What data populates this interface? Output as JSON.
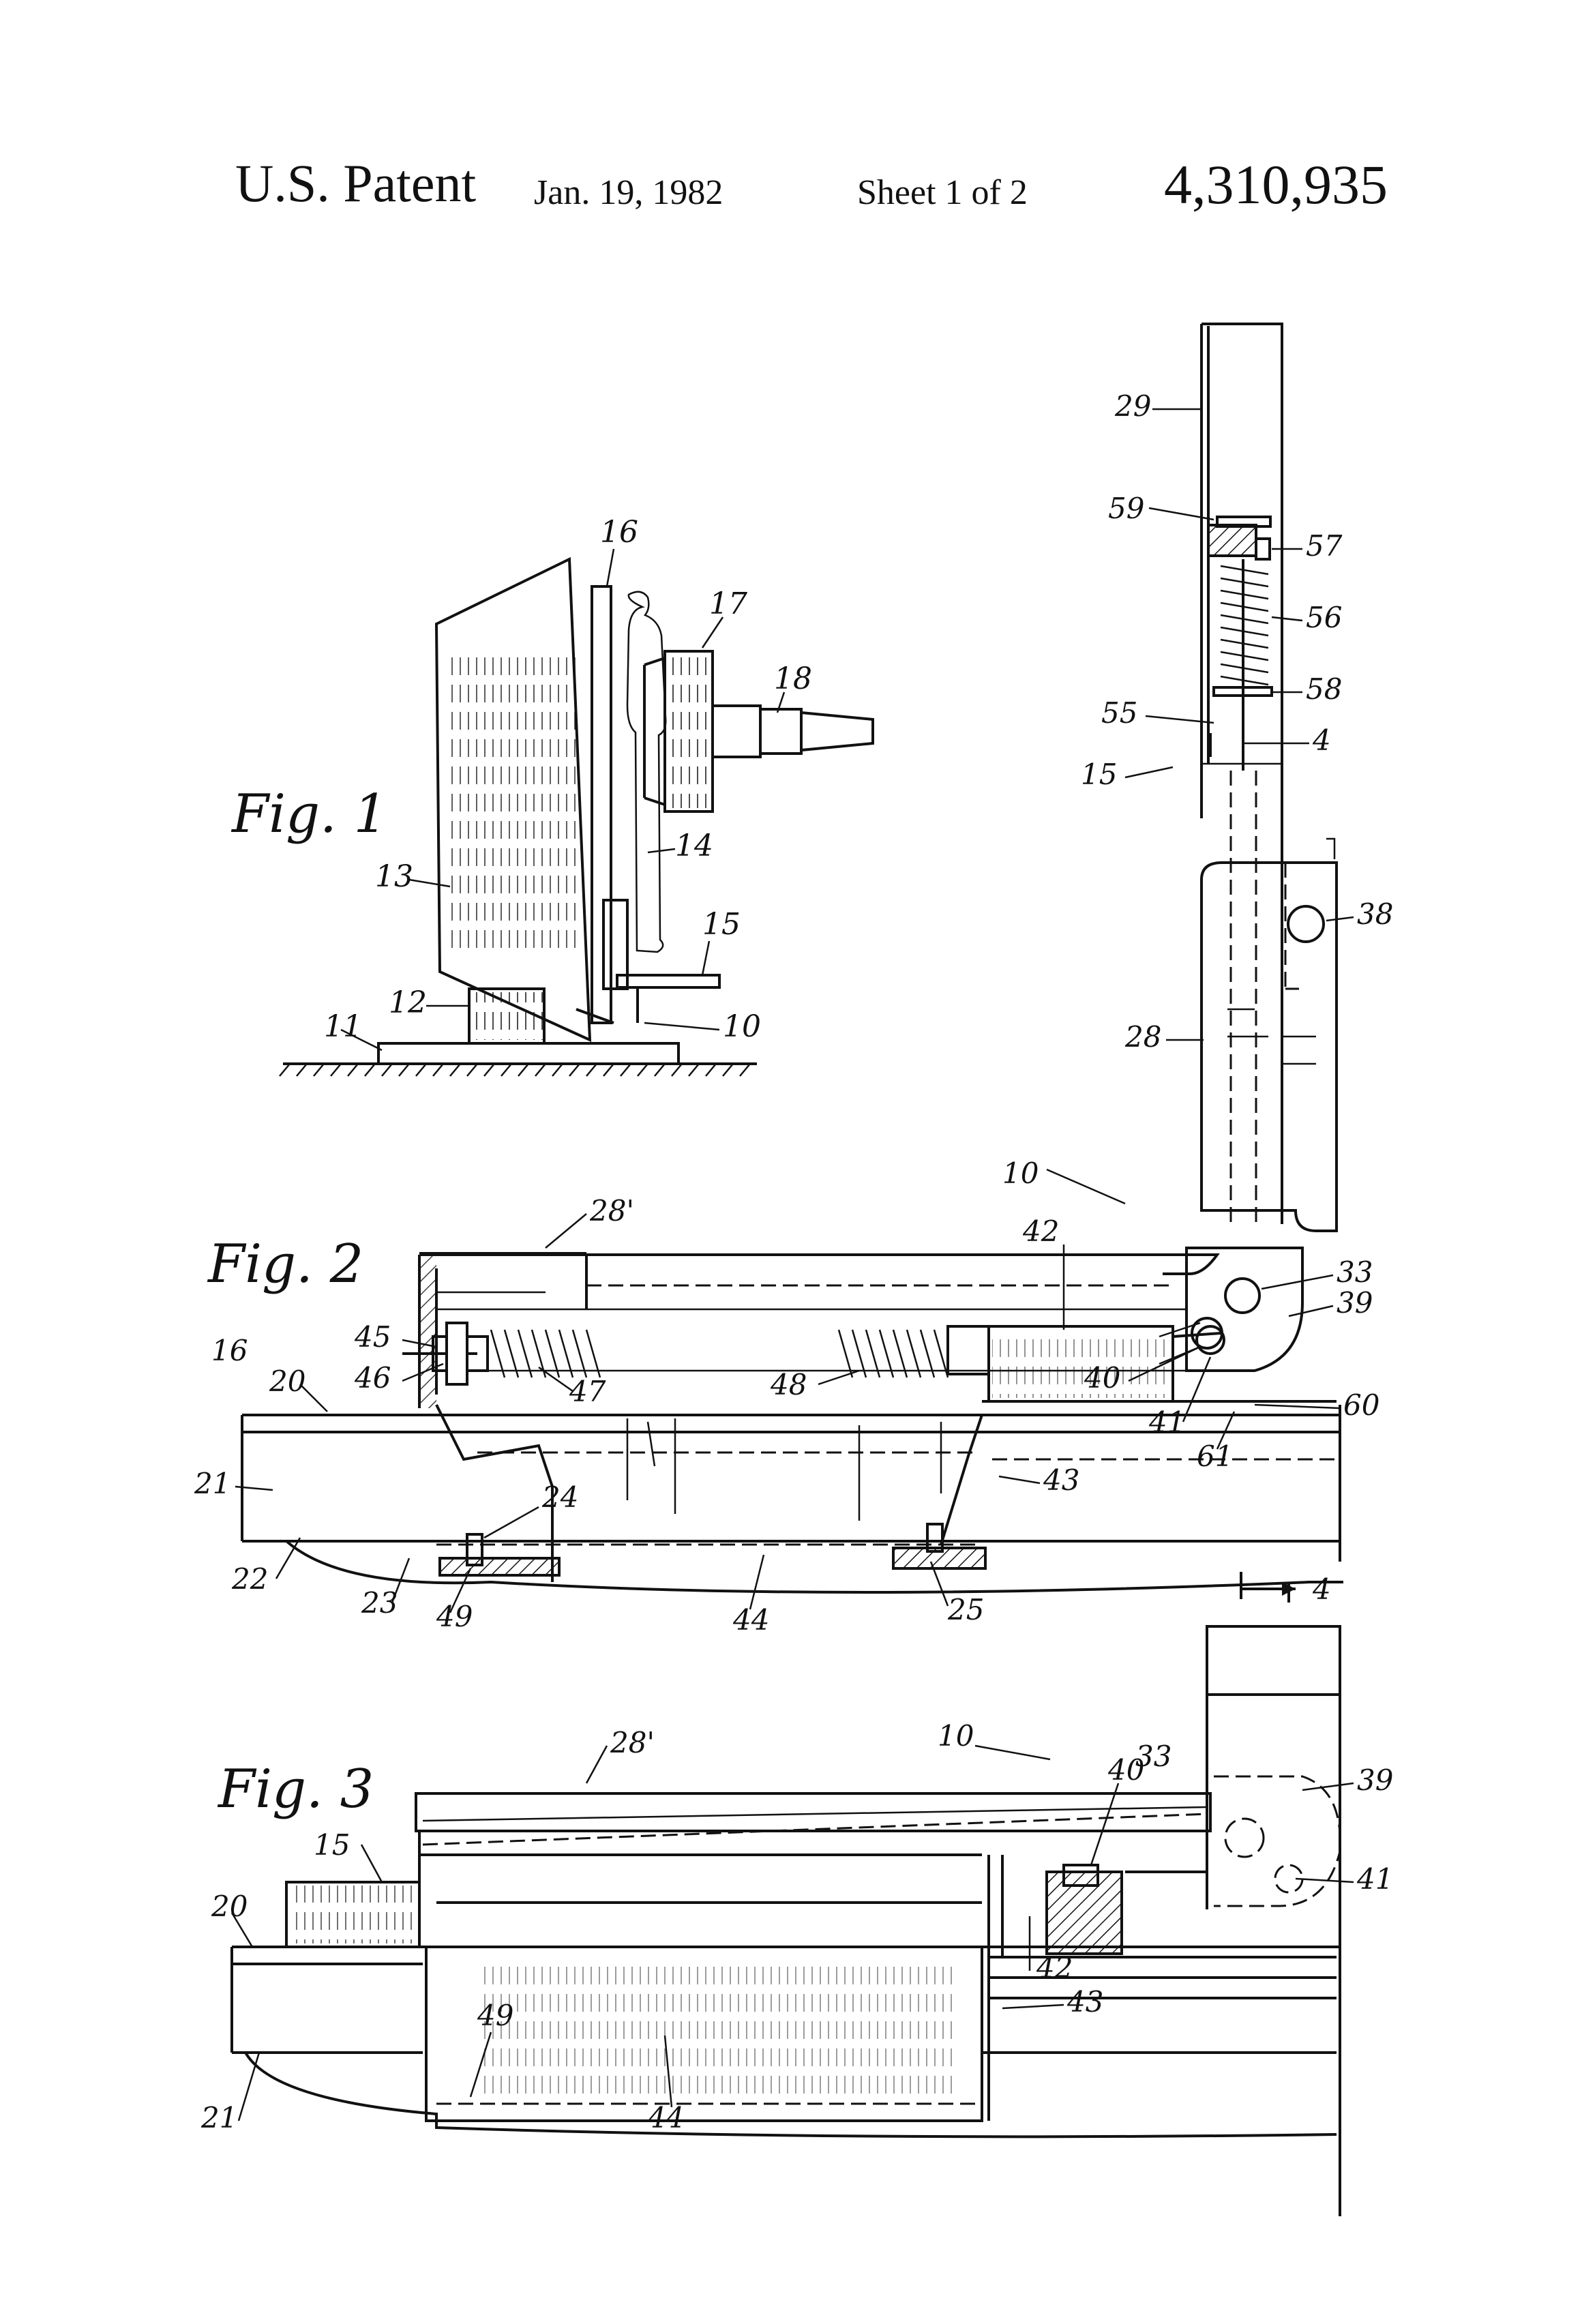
{
  "header": {
    "patent": "U.S. Patent",
    "date": "Jan. 19, 1982",
    "sheet": "Sheet 1 of 2",
    "number": "4,310,935"
  },
  "figures": {
    "fig1": "Fig. 1",
    "fig2": "Fig. 2",
    "fig3": "Fig. 3"
  },
  "refs": {
    "fig1": [
      "16",
      "17",
      "18",
      "13",
      "14",
      "15",
      "12",
      "11",
      "10"
    ],
    "fig2": [
      "29",
      "59",
      "57",
      "56",
      "58",
      "55",
      "4",
      "15",
      "38",
      "28",
      "10",
      "28'",
      "42",
      "33",
      "39",
      "45",
      "46",
      "47",
      "48",
      "40",
      "16",
      "20",
      "21",
      "22",
      "23",
      "49",
      "24",
      "44",
      "25",
      "43",
      "41",
      "61",
      "60",
      "4"
    ],
    "fig3": [
      "28'",
      "10",
      "40",
      "33",
      "39",
      "15",
      "20",
      "41",
      "42",
      "49",
      "43",
      "21",
      "44"
    ]
  }
}
